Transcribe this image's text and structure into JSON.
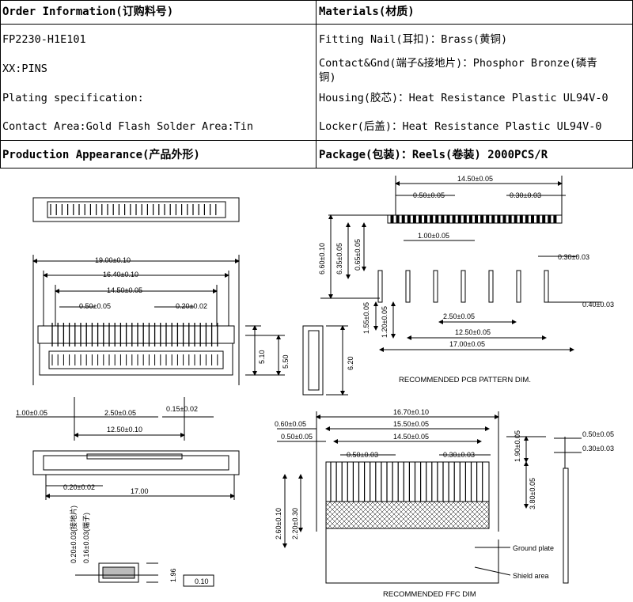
{
  "spec_table": {
    "order_header": "Order Information(订购料号)",
    "materials_header": "Materials(材质)",
    "order_lines": [
      "FP2230-H1E101",
      "XX:PINS",
      "Plating specification:",
      "Contact Area:Gold Flash  Solder Area:Tin"
    ],
    "materials_lines": [
      "Fitting Nail(耳扣)：Brass(黄铜)",
      "Contact&Gnd(端子&接地片)：Phosphor Bronze(磷青",
      "铜)",
      "Housing(胶芯)：Heat Resistance Plastic UL94V-0",
      "Locker(后盖)：Heat Resistance Plastic UL94V-0"
    ],
    "appearance_header": "Production Appearance(产品外形)",
    "package_header": "Package(包装)：Reels(卷装) 2000PCS/R"
  },
  "drawing": {
    "front": {
      "d1": "19.00±0.10",
      "d2": "16.40±0.10",
      "d3": "14.50±0.05",
      "d4": "0.50±0.05",
      "d5": "0.20±0.02",
      "d6": "5.10",
      "d7": "5.50",
      "d8": "1.00±0.05",
      "d9": "2.50±0.05",
      "d10": "0.15±0.02",
      "d11": "12.50±0.10"
    },
    "side": {
      "d1": "6.20"
    },
    "bottom": {
      "d1": "0.20±0.02",
      "d2": "17.00"
    },
    "detail": {
      "d1": "0.20±0.03(接地片)",
      "d2": "0.16±0.03(端子)",
      "d3": "1.96",
      "d4": "0.10"
    },
    "pcb": {
      "d1": "14.50±0.05",
      "d2": "0.50±0.05",
      "d3": "0.30±0.03",
      "d4": "1.00±0.05",
      "d5": "6.60±0.10",
      "d6": "6.35±0.05",
      "d7": "0.65±0.05",
      "d8": "0.30±0.03",
      "d9": "0.40±0.03",
      "d10": "1.55±0.05",
      "d11": "1.20±0.05",
      "d12": "2.50±0.05",
      "d13": "12.50±0.05",
      "d14": "17.00±0.05",
      "title": "RECOMMENDED PCB PATTERN DIM."
    },
    "ffc": {
      "d1": "16.70±0.10",
      "d2": "15.50±0.05",
      "d3": "14.50±0.05",
      "d4": "0.60±0.05",
      "d5": "0.50±0.05",
      "d6": "0.50±0.03",
      "d7": "0.30±0.03",
      "d8": "1.90±0.05",
      "d9": "3.80±0.05",
      "d10": "2.60±0.10",
      "d11": "2.20±0.30",
      "ground": "Ground plate",
      "shield": "Shield area",
      "title": "RECOMMENDED FFC DIM",
      "s1": "0.50±0.05",
      "s2": "0.30±0.03"
    }
  }
}
